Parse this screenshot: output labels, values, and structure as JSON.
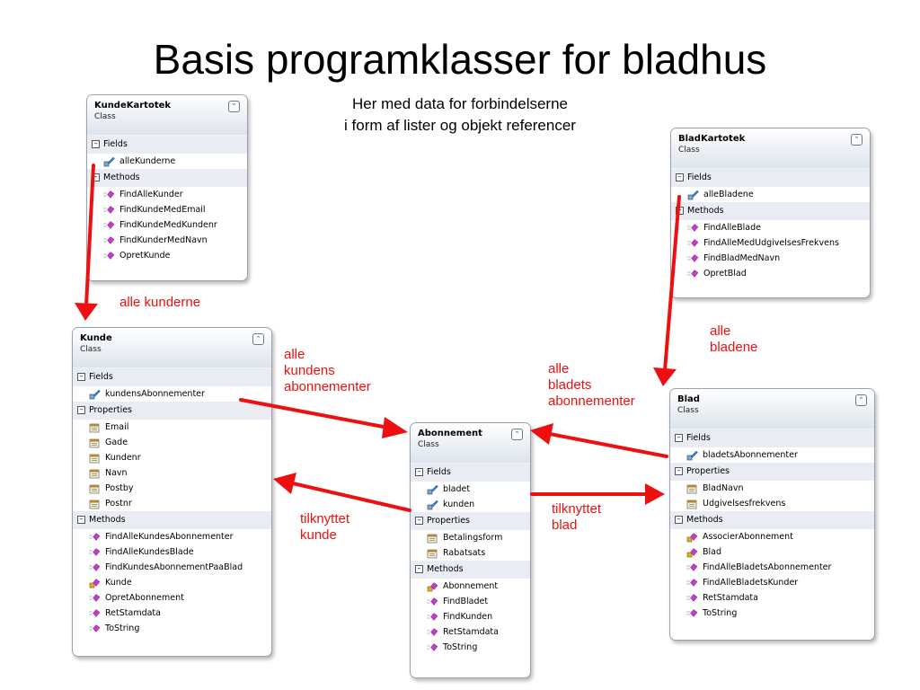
{
  "title": "Basis programklasser for bladhus",
  "subtitle": [
    "Her med data for forbindelserne",
    "i form af lister og objekt referencer"
  ],
  "colors": {
    "arrow": "#ee1010",
    "section_bg": "#e9edf3",
    "border": "#9aa3ad"
  },
  "classes": {
    "kundekartotek": {
      "name": "KundeKartotek",
      "stereotype": "Class",
      "fields_label": "Fields",
      "fields": [
        "alleKunderne"
      ],
      "methods_label": "Methods",
      "methods": [
        "FindAlleKunder",
        "FindKundeMedEmail",
        "FindKundeMedKundenr",
        "FindKunderMedNavn",
        "OpretKunde"
      ]
    },
    "kunde": {
      "name": "Kunde",
      "stereotype": "Class",
      "fields_label": "Fields",
      "fields": [
        "kundensAbonnementer"
      ],
      "properties_label": "Properties",
      "properties": [
        "Email",
        "Gade",
        "Kundenr",
        "Navn",
        "Postby",
        "Postnr"
      ],
      "methods_label": "Methods",
      "methods": [
        "FindAlleKundesAbonnementer",
        "FindAlleKundesBlade",
        "FindKundesAbonnementPaaBlad",
        "Kunde",
        "OpretAbonnement",
        "RetStamdata",
        "ToString"
      ]
    },
    "abonnement": {
      "name": "Abonnement",
      "stereotype": "Class",
      "fields_label": "Fields",
      "fields": [
        "bladet",
        "kunden"
      ],
      "properties_label": "Properties",
      "properties": [
        "Betalingsform",
        "Rabatsats"
      ],
      "methods_label": "Methods",
      "methods": [
        "Abonnement",
        "FindBladet",
        "FindKunden",
        "RetStamdata",
        "ToString"
      ]
    },
    "bladkartotek": {
      "name": "BladKartotek",
      "stereotype": "Class",
      "fields_label": "Fields",
      "fields": [
        "alleBladene"
      ],
      "methods_label": "Methods",
      "methods": [
        "FindAlleBlade",
        "FindAlleMedUdgivelsesFrekvens",
        "FindBladMedNavn",
        "OpretBlad"
      ]
    },
    "blad": {
      "name": "Blad",
      "stereotype": "Class",
      "fields_label": "Fields",
      "fields": [
        "bladetsAbonnementer"
      ],
      "properties_label": "Properties",
      "properties": [
        "BladNavn",
        "Udgivelsesfrekvens"
      ],
      "methods_label": "Methods",
      "methods": [
        "AssocierAbonnement",
        "Blad",
        "FindAlleBladetsAbonnementer",
        "FindAlleBladetsKunder",
        "RetStamdata",
        "ToString"
      ]
    }
  },
  "labels": {
    "alle_kunderne": "alle  kunderne",
    "alle_kundens_abonnementer": [
      "alle",
      "kundens",
      "abonnementer"
    ],
    "alle_bladets_abonnementer": [
      "alle",
      "bladets",
      "abonnementer"
    ],
    "alle_bladene": [
      "alle",
      "bladene"
    ],
    "tilknyttet_kunde": [
      "tilknyttet",
      "kunde"
    ],
    "tilknyttet_blad": [
      "tilknyttet",
      "blad"
    ]
  }
}
